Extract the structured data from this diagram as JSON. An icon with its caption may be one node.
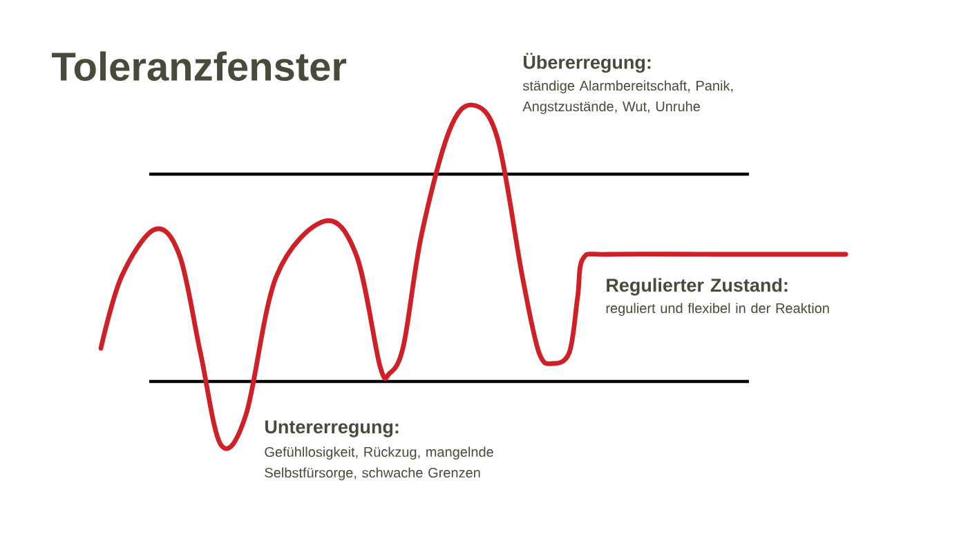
{
  "diagram": {
    "title": "Toleranzfenster",
    "labels": [
      "Übererregung:",
      "ständige Alarmbereitschaft, Panik, Angstzustände, Wut, Unruhe",
      "Regulierter Zustand:",
      "reguliert und flexibel in der Reaktion",
      "Untererregung:",
      "Gefühllosigkeit, Rückzug, mangelnde Selbstfürsorge, schwache Grenzen"
    ]
  }
}
